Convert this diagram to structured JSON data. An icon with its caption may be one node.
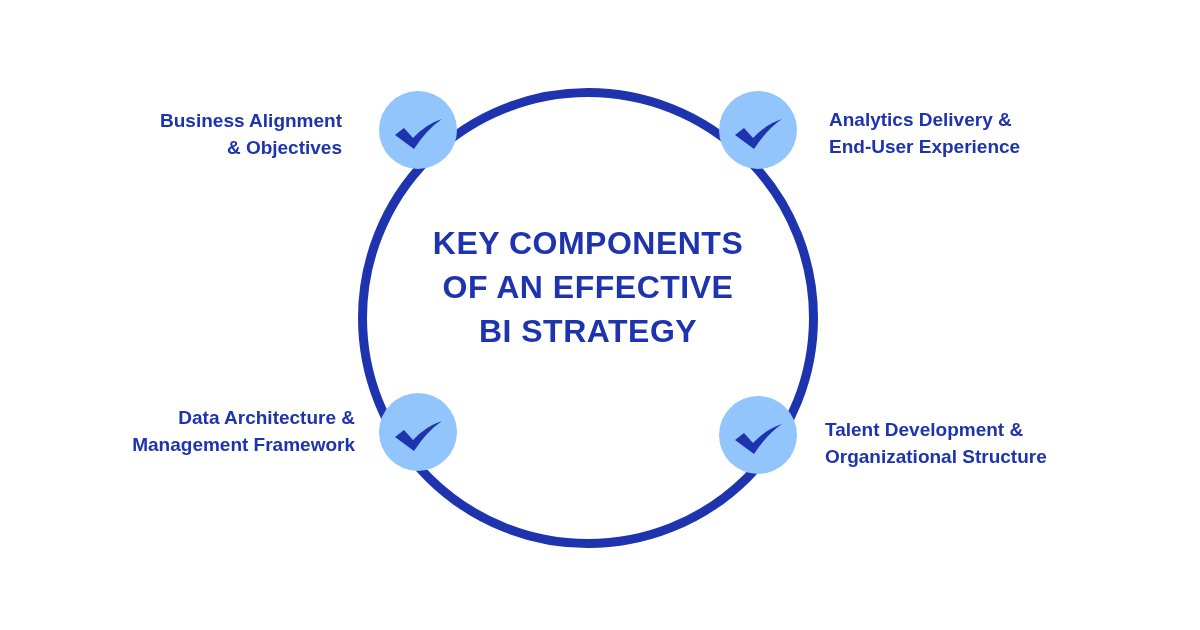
{
  "diagram": {
    "nodes": [
      {
        "text": [
          "KEY COMPONENTS OF AN EFFECTIVE BI STRATEGY"
        ]
      }
    ],
    "edges": [],
    "labels": [
      "Business Alignment & Objectives",
      "Analytics Delivery & End-User Experience",
      "Data Architecture & Management Framework",
      "Talent Development & Organizational Structure"
    ]
  }
}
